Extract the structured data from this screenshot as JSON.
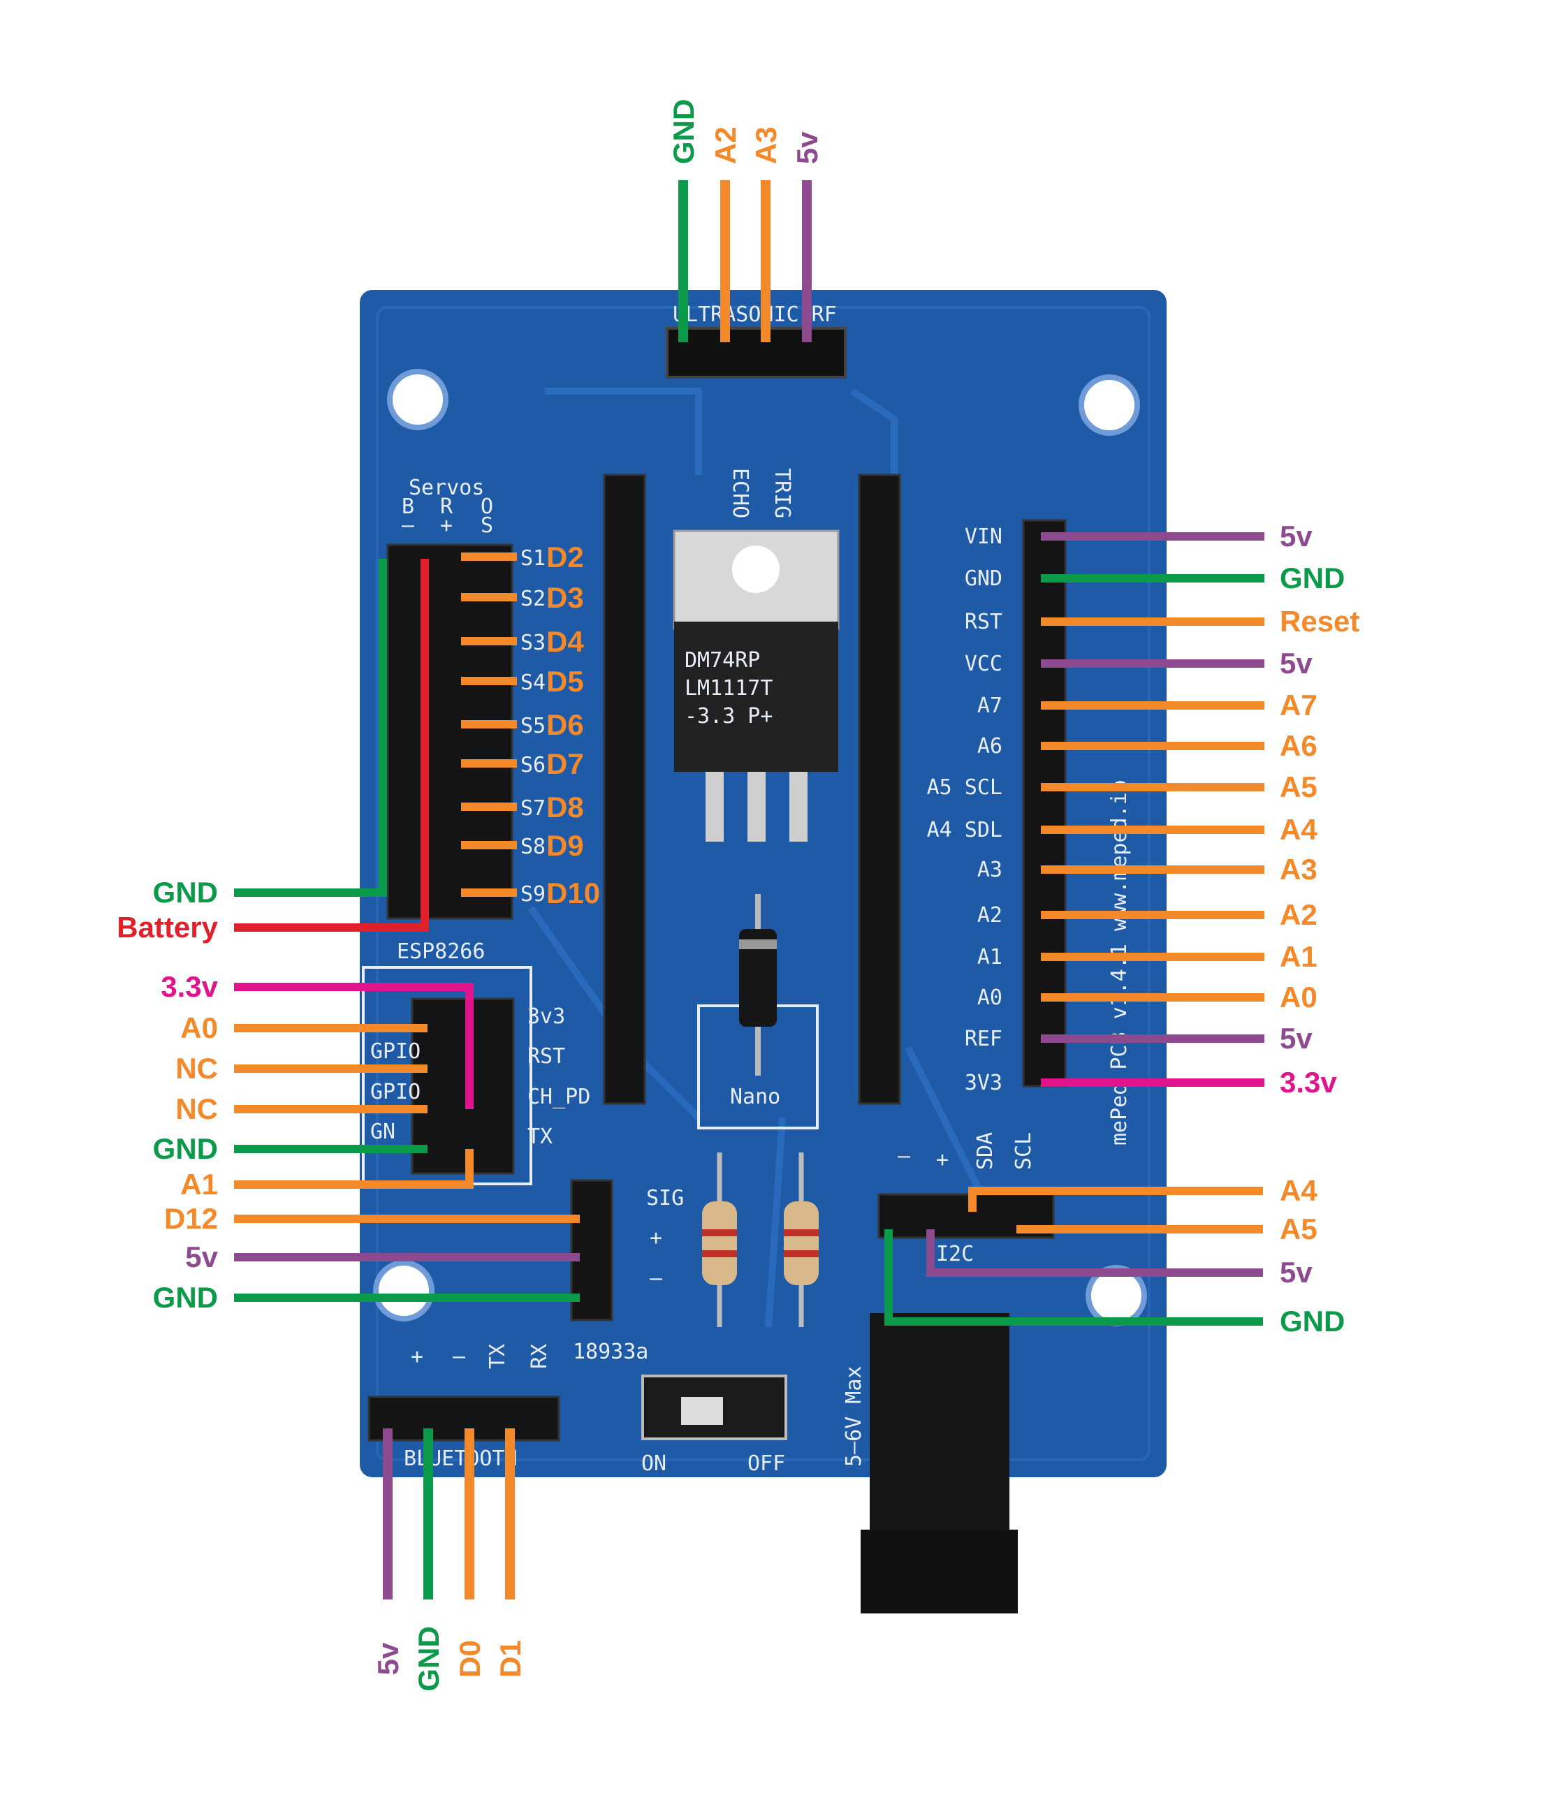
{
  "colors": {
    "gnd": "#0a9a4a",
    "orange": "#f4892a",
    "purple": "#8e4a8e",
    "red": "#e0202a",
    "pink": "#e0148c",
    "board": "#1f5aa6"
  },
  "top_header": {
    "labels": [
      "GND",
      "A2",
      "A3",
      "5v"
    ],
    "silk": "ULTRASONIC RF"
  },
  "servos": {
    "title": "Servos",
    "cols": [
      "B",
      "R",
      "O"
    ],
    "signs": [
      "–",
      "+",
      "S"
    ],
    "pins": [
      "D2",
      "D3",
      "D4",
      "D5",
      "D6",
      "D7",
      "D8",
      "D9",
      "D10"
    ],
    "silk_prefix": [
      "S1",
      "S2",
      "S3",
      "S4",
      "S5",
      "S6",
      "S7",
      "S8",
      "S9"
    ]
  },
  "left_power": [
    "GND",
    "Battery"
  ],
  "esp8266": {
    "title": "ESP8266",
    "labels": [
      "3.3v",
      "A0",
      "NC",
      "NC",
      "GND",
      "A1"
    ],
    "silk_right": [
      "3v3",
      "RST",
      "CH_PD",
      "TX"
    ],
    "silk_left": [
      "GPIO",
      "GPIO",
      "GN"
    ]
  },
  "sig_header": {
    "labels": [
      "D12",
      "5v",
      "GND"
    ],
    "silk": [
      "SIG",
      "+",
      "–"
    ],
    "code": "18933a"
  },
  "nano": {
    "silk": "Nano",
    "right_silk": [
      "VIN",
      "GND",
      "RST",
      "VCC",
      "A7",
      "A6",
      "A5 SCL",
      "A4 SDL",
      "A3",
      "A2",
      "A1",
      "A0",
      "REF",
      "3V3"
    ],
    "labels": [
      "5v",
      "GND",
      "Reset",
      "5v",
      "A7",
      "A6",
      "A5",
      "A4",
      "A3",
      "A2",
      "A1",
      "A0",
      "5v",
      "3.3v"
    ]
  },
  "regulator": {
    "lines": [
      "DM74RP",
      "LM1117T",
      "-3.3  P+"
    ]
  },
  "i2c": {
    "silk": [
      "–",
      "+",
      "SDA",
      "SCL"
    ],
    "name": "I2C",
    "labels": [
      "A4",
      "A5",
      "5v",
      "GND"
    ]
  },
  "bluetooth": {
    "silk": [
      "+",
      "–",
      "TX",
      "RX"
    ],
    "name": "BLUETOOTH",
    "labels": [
      "5v",
      "GND",
      "D0",
      "D1"
    ]
  },
  "switch": {
    "on": "ON",
    "off": "OFF"
  },
  "power_jack": {
    "silk": "5–6V Max"
  },
  "brand": "mePed PCB v1.4.1   www.meped.io"
}
